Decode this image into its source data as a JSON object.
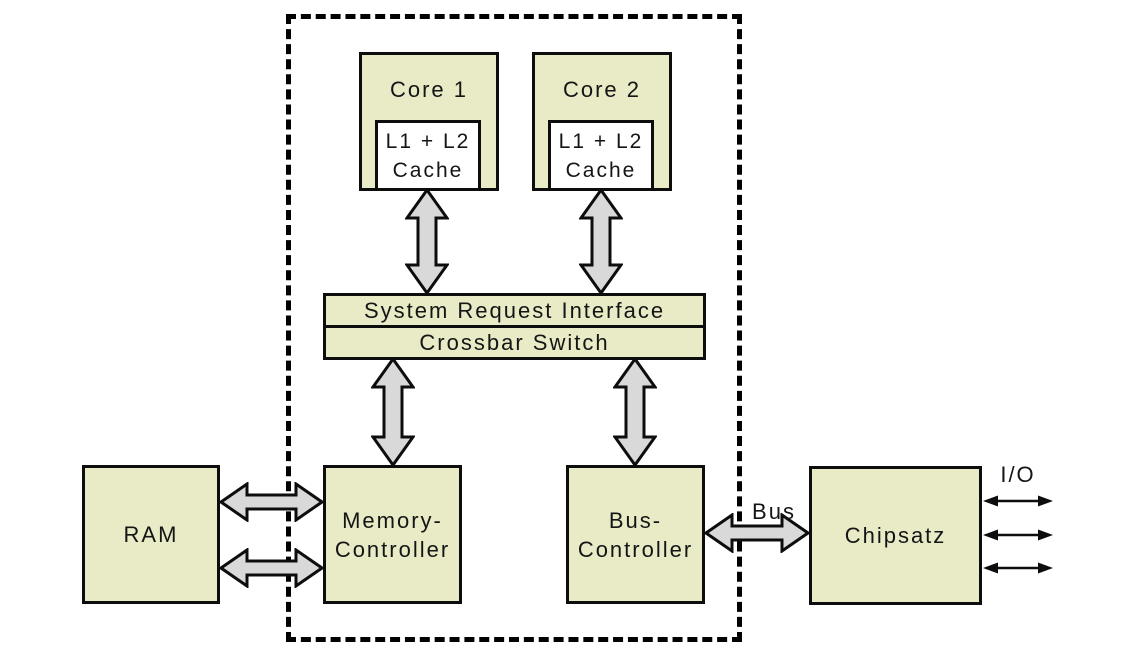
{
  "colors": {
    "box_fill": "#e9eac6",
    "arrow_fill": "#d9d9d9",
    "outline": "#000000",
    "background": "#ffffff"
  },
  "cpu_package": {
    "core1": {
      "title": "Core 1",
      "cache_lines": [
        "L1 + L2",
        "Cache"
      ]
    },
    "core2": {
      "title": "Core 2",
      "cache_lines": [
        "L1 + L2",
        "Cache"
      ]
    },
    "system_request_interface": "System Request Interface",
    "crossbar_switch": "Crossbar Switch",
    "memory_controller_lines": [
      "Memory-",
      "Controller"
    ],
    "bus_controller_lines": [
      "Bus-",
      "Controller"
    ]
  },
  "external": {
    "ram": "RAM",
    "chipset": "Chipsatz",
    "bus_label": "Bus",
    "io_label": "I/O"
  }
}
